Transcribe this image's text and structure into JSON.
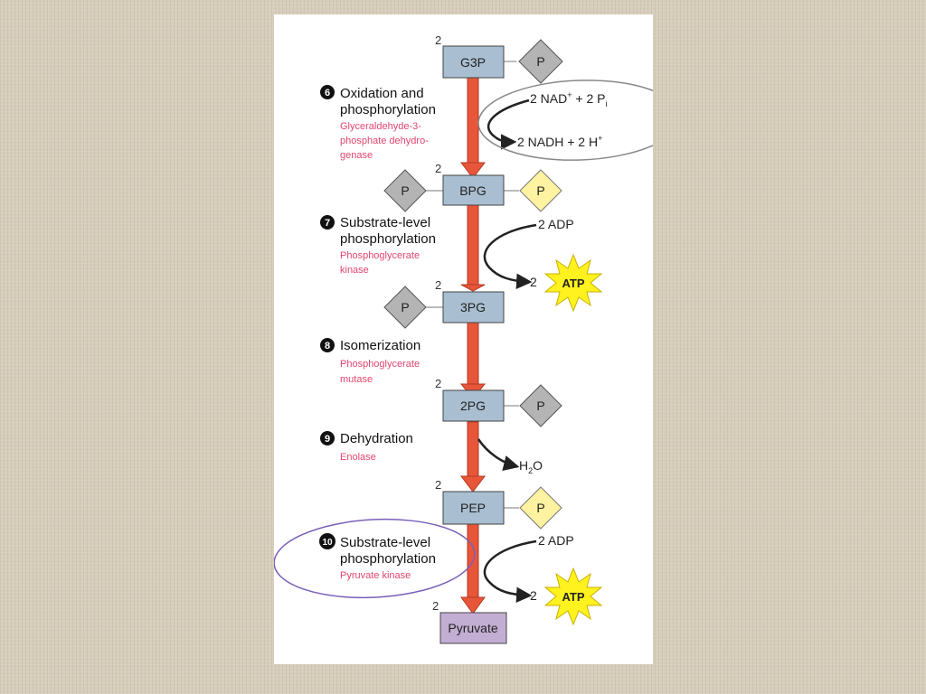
{
  "molecules": [
    {
      "id": "g3p",
      "label": "G3P",
      "count": "2"
    },
    {
      "id": "bpg",
      "label": "BPG",
      "count": "2"
    },
    {
      "id": "3pg",
      "label": "3PG",
      "count": "2"
    },
    {
      "id": "2pg",
      "label": "2PG",
      "count": "2"
    },
    {
      "id": "pep",
      "label": "PEP",
      "count": "2"
    },
    {
      "id": "pyruvate",
      "label": "Pyruvate",
      "count": "2"
    }
  ],
  "phosphate_label": "P",
  "steps": [
    {
      "number": "6",
      "title_lines": [
        "Oxidation and",
        "phosphorylation"
      ],
      "enzyme_lines": [
        "Glyceraldehyde-3-",
        "phosphate dehydro-",
        "genase"
      ]
    },
    {
      "number": "7",
      "title_lines": [
        "Substrate-level",
        "phosphorylation"
      ],
      "enzyme_lines": [
        "Phosphoglycerate",
        "kinase"
      ]
    },
    {
      "number": "8",
      "title_lines": [
        "Isomerization"
      ],
      "enzyme_lines": [
        "Phosphoglycerate",
        "mutase"
      ]
    },
    {
      "number": "9",
      "title_lines": [
        "Dehydration"
      ],
      "enzyme_lines": [
        "Enolase"
      ]
    },
    {
      "number": "10",
      "title_lines": [
        "Substrate-level",
        "phosphorylation"
      ],
      "enzyme_lines": [
        "Pyruvate kinase"
      ]
    }
  ],
  "reactions": {
    "nad_in": {
      "prefix": "2 NAD",
      "sup": "+",
      "mid": " + 2 P",
      "sub": "i"
    },
    "nadh_out": {
      "prefix": "2 NADH + 2 H",
      "sup": "+"
    },
    "adp_1": "2 ADP",
    "atp_1": {
      "count": "2",
      "label": "ATP"
    },
    "water": {
      "prefix": "H",
      "sub": "2",
      "suffix": "O"
    },
    "adp_2": "2 ADP",
    "atp_2": {
      "count": "2",
      "label": "ATP"
    }
  },
  "colors": {
    "box_fill": "#a9bed1",
    "box_border": "#444444",
    "pyruvate_fill": "#c3aed3",
    "arrow": "#e8563a",
    "arrow_edge": "#b23a22",
    "phosphate_gray": "#b4b4b4",
    "phosphate_yellow": "#fff2a0",
    "atp_burst": "#fff21e",
    "enzyme_text": "#e2456f",
    "highlight_ellipse": "#7a5fb8"
  }
}
